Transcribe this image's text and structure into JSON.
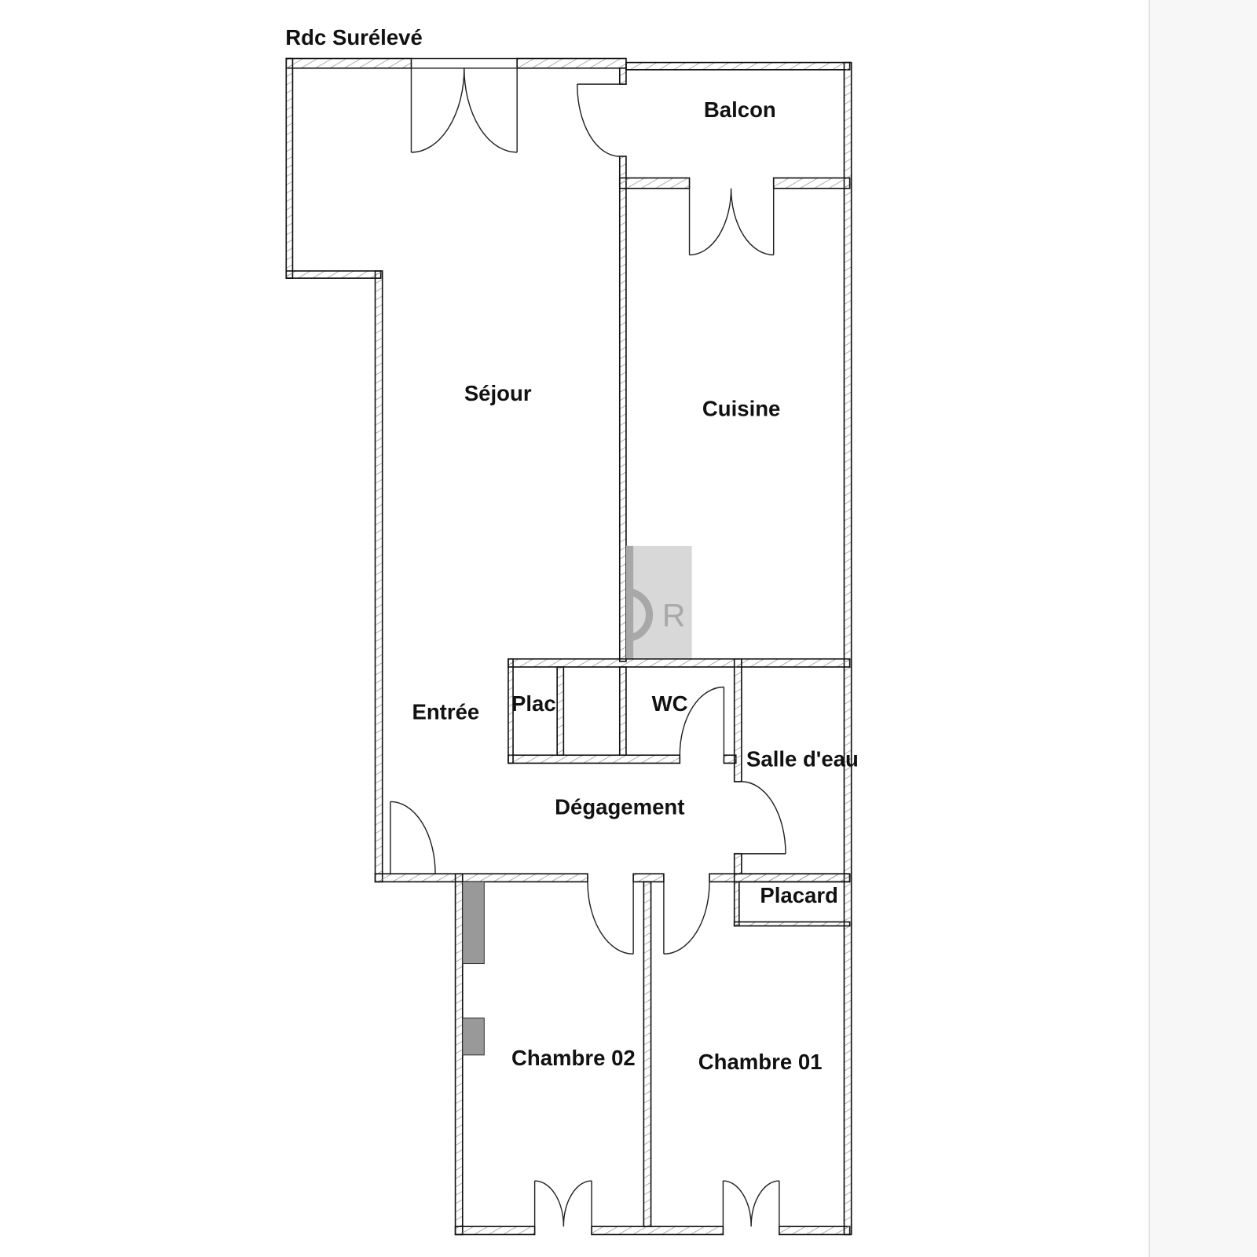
{
  "plan": {
    "title": "Rdc Surélevé",
    "rooms": {
      "balcon": "Balcon",
      "sejour": "Séjour",
      "cuisine": "Cuisine",
      "entree": "Entrée",
      "plac": "Plac",
      "wc": "WC",
      "salle_eau": "Salle d'eau",
      "degagement": "Dégagement",
      "placard": "Placard",
      "chambre02": "Chambre 02",
      "chambre01": "Chambre 01"
    },
    "watermark": "R"
  },
  "colors": {
    "wall": "#111111",
    "hatch": "#888888",
    "fixture": "#999999",
    "watermark": "#d4d4d4"
  }
}
